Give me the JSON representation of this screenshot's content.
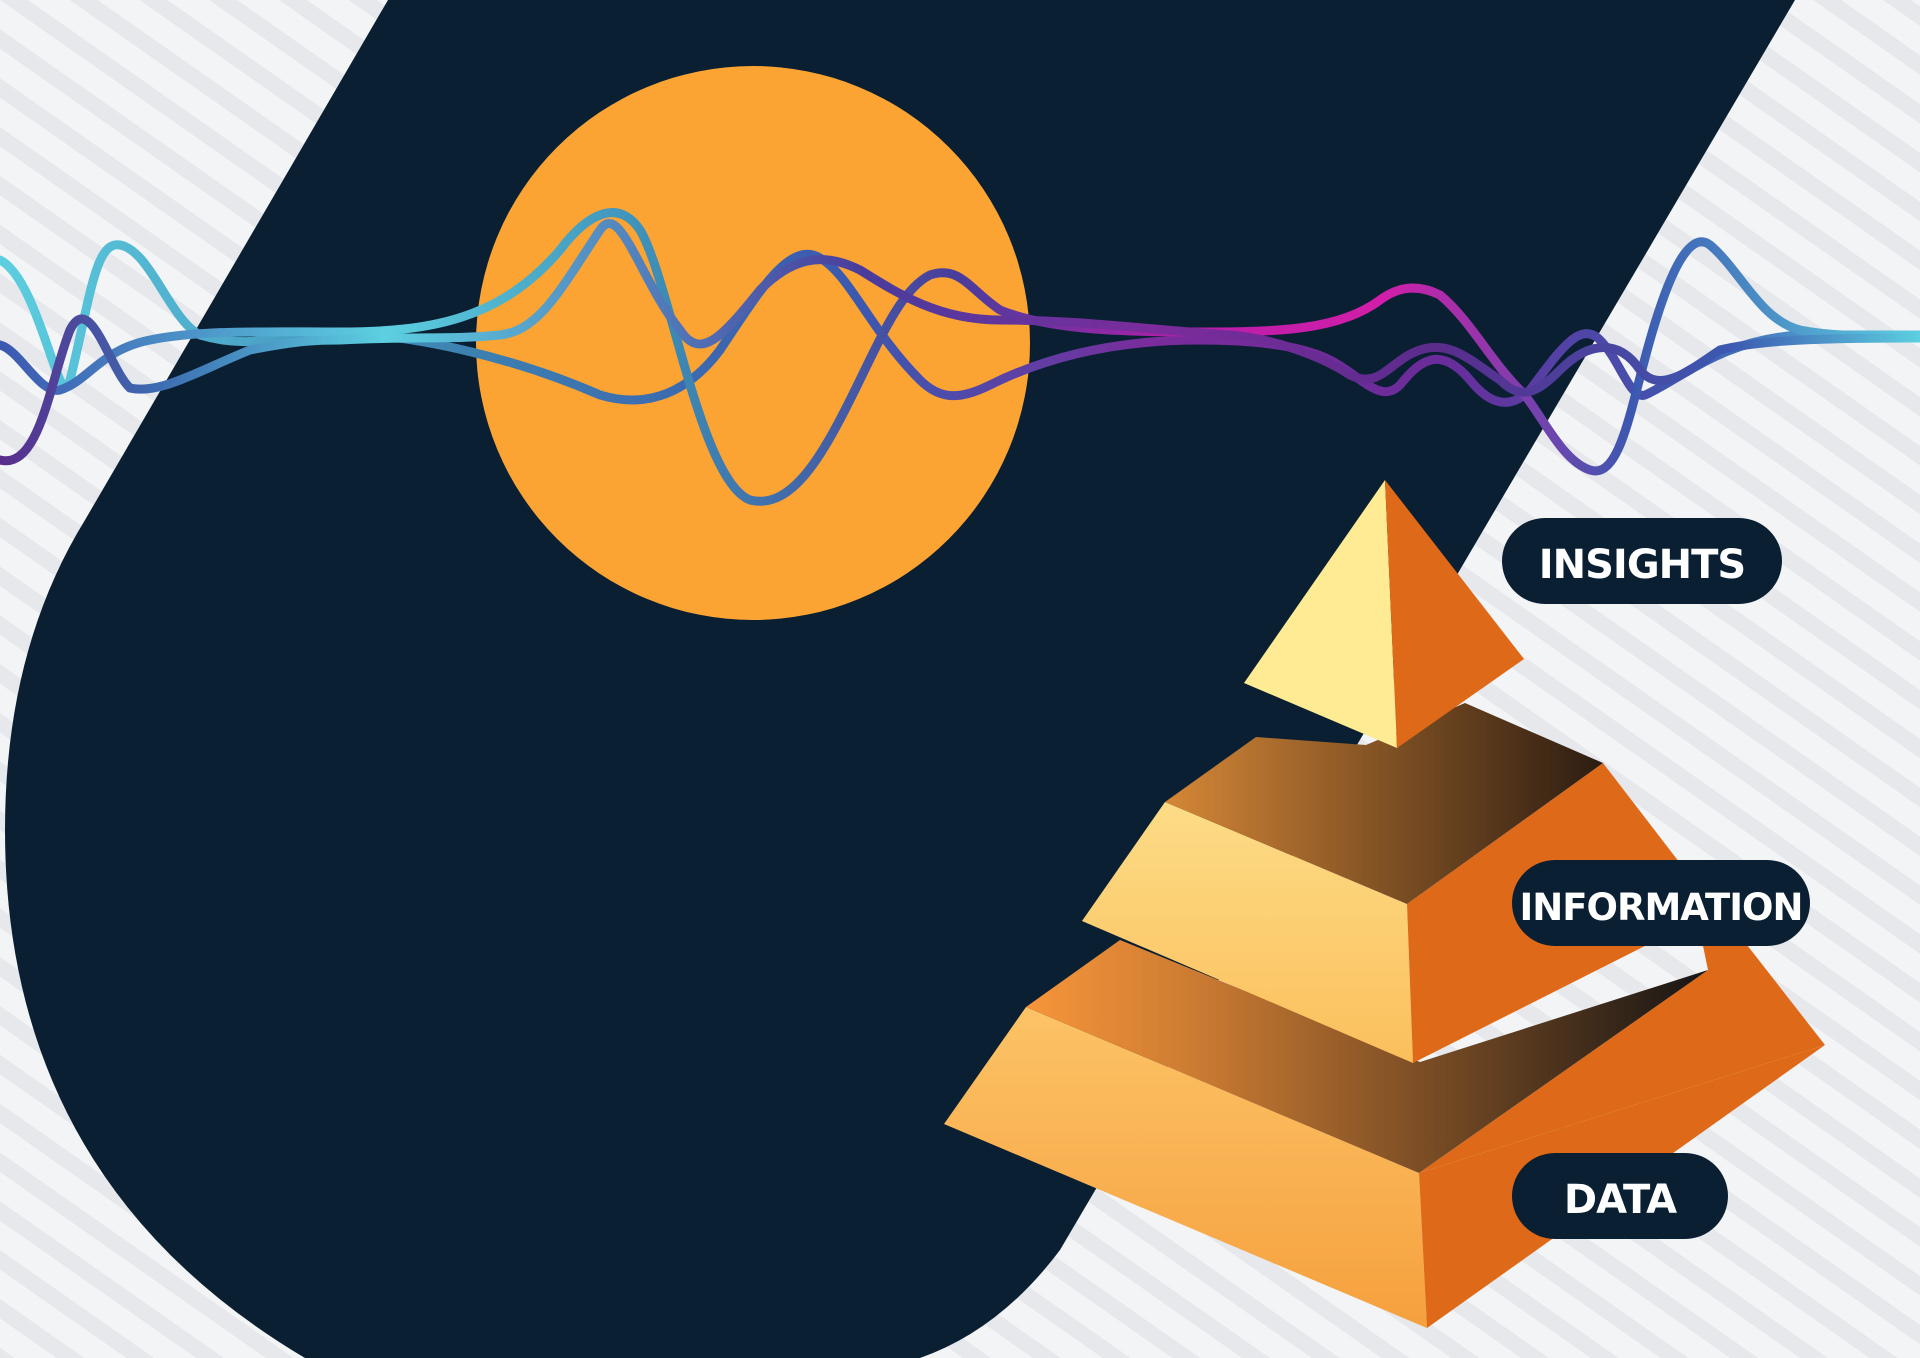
{
  "diagram": {
    "type": "pyramid",
    "levels": [
      {
        "label": "INSIGHTS"
      },
      {
        "label": "INFORMATION"
      },
      {
        "label": "DATA"
      }
    ]
  },
  "colors": {
    "background": "#eef0f2",
    "dark_shape": "#0b1f33",
    "sun": "#fba434",
    "label_pill": "#0b1f33",
    "label_text": "#ffffff",
    "pyramid_light": "#fcd27a",
    "pyramid_top": "#feeb93",
    "pyramid_dark": "#de6a19",
    "wave_cyan": "#5ccfe0",
    "wave_blue": "#3c58b0",
    "wave_purple": "#5a2c8c",
    "wave_magenta": "#d21ea8"
  },
  "icons": {
    "waves": "signal-waves-icon",
    "sun": "sun-circle-icon",
    "pyramid": "pyramid-icon"
  }
}
